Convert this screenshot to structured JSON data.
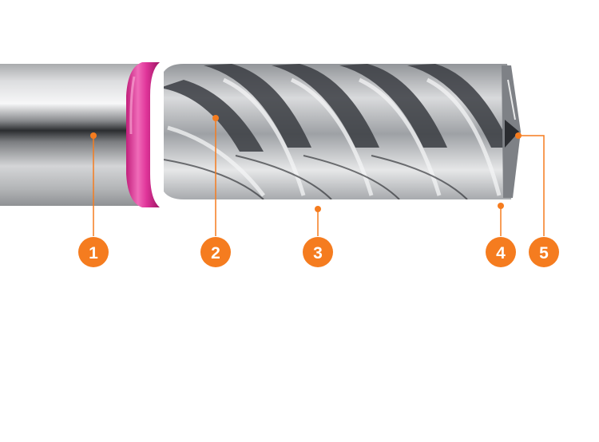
{
  "diagram": {
    "subject": "end-mill-cutter",
    "accent_color": "#f57c1f",
    "ring_color": "#e0359a",
    "callouts": [
      {
        "id": "1",
        "number": "1"
      },
      {
        "id": "2",
        "number": "2"
      },
      {
        "id": "3",
        "number": "3"
      },
      {
        "id": "4",
        "number": "4"
      },
      {
        "id": "5",
        "number": "5"
      }
    ]
  }
}
